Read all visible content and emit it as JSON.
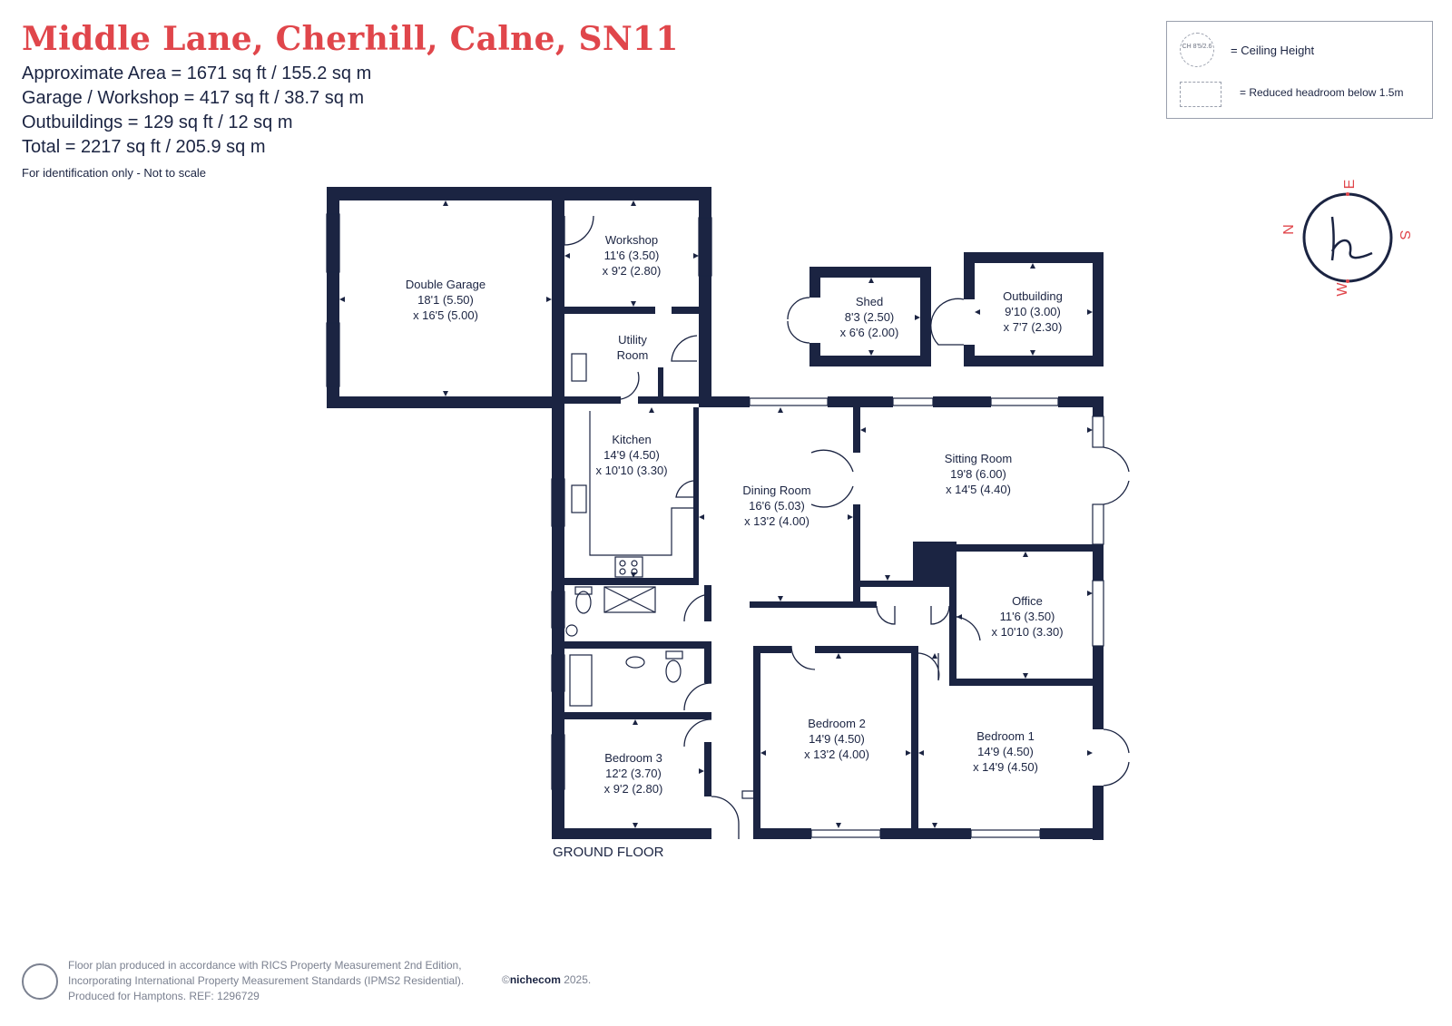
{
  "header": {
    "title": "Middle Lane, Cherhill, Calne, SN11",
    "areas": [
      "Approximate Area = 1671 sq ft / 155.2 sq m",
      "Garage / Workshop = 417 sq ft / 38.7 sq m",
      "Outbuildings = 129 sq ft / 12 sq m",
      "Total = 2217 sq ft / 205.9 sq m"
    ],
    "note": "For identification only - Not to scale"
  },
  "legend": {
    "ceiling_badge": "CH 8'5/2.6",
    "ceiling_label": "= Ceiling Height",
    "reduced_label": "= Reduced headroom below 1.5m"
  },
  "compass": {
    "north": "N",
    "east": "E",
    "south": "S",
    "west": "W",
    "logo": "h"
  },
  "rooms": {
    "garage": {
      "name": "Double Garage",
      "dim1": "18'1 (5.50)",
      "dim2": "x 16'5 (5.00)"
    },
    "workshop": {
      "name": "Workshop",
      "dim1": "11'6 (3.50)",
      "dim2": "x 9'2 (2.80)"
    },
    "utility": {
      "name1": "Utility",
      "name2": "Room"
    },
    "shed": {
      "name": "Shed",
      "dim1": "8'3 (2.50)",
      "dim2": "x 6'6 (2.00)"
    },
    "outbuilding": {
      "name": "Outbuilding",
      "dim1": "9'10 (3.00)",
      "dim2": "x 7'7 (2.30)"
    },
    "kitchen": {
      "name": "Kitchen",
      "dim1": "14'9 (4.50)",
      "dim2": "x 10'10 (3.30)"
    },
    "dining": {
      "name": "Dining Room",
      "dim1": "16'6 (5.03)",
      "dim2": "x 13'2 (4.00)"
    },
    "sitting": {
      "name": "Sitting Room",
      "dim1": "19'8 (6.00)",
      "dim2": "x 14'5 (4.40)"
    },
    "office": {
      "name": "Office",
      "dim1": "11'6 (3.50)",
      "dim2": "x 10'10 (3.30)"
    },
    "bedroom2": {
      "name": "Bedroom 2",
      "dim1": "14'9 (4.50)",
      "dim2": "x 13'2 (4.00)"
    },
    "bedroom1": {
      "name": "Bedroom 1",
      "dim1": "14'9 (4.50)",
      "dim2": "x 14'9 (4.50)"
    },
    "bedroom3": {
      "name": "Bedroom 3",
      "dim1": "12'2 (3.70)",
      "dim2": "x 9'2 (2.80)"
    }
  },
  "floor_label": "GROUND FLOOR",
  "footer": {
    "line1": "Floor plan produced in accordance with RICS Property Measurement 2nd Edition,",
    "line2": "Incorporating International Property Measurement Standards (IPMS2 Residential).",
    "line3": "Produced for Hamptons.   REF:  1296729",
    "credit_prefix": "©",
    "credit_brand": "nichecom",
    "credit_year": " 2025."
  },
  "colors": {
    "wall": "#1b2442",
    "title": "#e0464b",
    "fine_print": "#7b8190"
  }
}
